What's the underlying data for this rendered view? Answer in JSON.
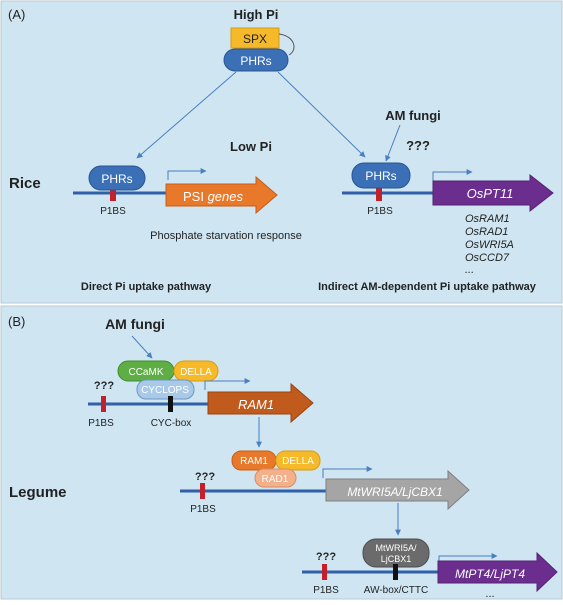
{
  "panelA": {
    "label": "(A)",
    "highPi": "High Pi",
    "spx": "SPX",
    "phrs_top": "PHRs",
    "lowPi": "Low Pi",
    "rice": "Rice",
    "phrs_left": "PHRs",
    "p1bs_left": "P1BS",
    "psi_genes_prefix": "PSI",
    "psi_genes_suffix": "genes",
    "psr": "Phosphate starvation response",
    "direct_pathway": "Direct Pi uptake pathway",
    "am_fungi": "AM fungi",
    "qqq": "???",
    "phrs_right": "PHRs",
    "p1bs_right": "P1BS",
    "ospt11": "OsPT11",
    "genes": [
      "OsRAM1",
      "OsRAD1",
      "OsWRI5A",
      "OsCCD7",
      "..."
    ],
    "indirect_pathway": "Indirect AM-dependent Pi uptake pathway"
  },
  "panelB": {
    "label": "(B)",
    "am_fungi": "AM fungi",
    "ccamk": "CCaMK",
    "della1": "DELLA",
    "cyclops": "CYCLOPS",
    "qqq1": "???",
    "p1bs1": "P1BS",
    "cycbox": "CYC-box",
    "ram1_gene": "RAM1",
    "legume": "Legume",
    "ram1_protein": "RAM1",
    "della2": "DELLA",
    "rad1": "RAD1",
    "qqq2": "???",
    "p1bs2": "P1BS",
    "wri5a_gene": "MtWRI5A/LjCBX1",
    "wri_protein_1": "MtWRI5A/",
    "wri_protein_2": "LjCBX1",
    "qqq3": "???",
    "p1bs3": "P1BS",
    "awbox": "AW-box/CTTC",
    "pt4_gene": "MtPT4/LjPT4",
    "ellipsis": "..."
  }
}
